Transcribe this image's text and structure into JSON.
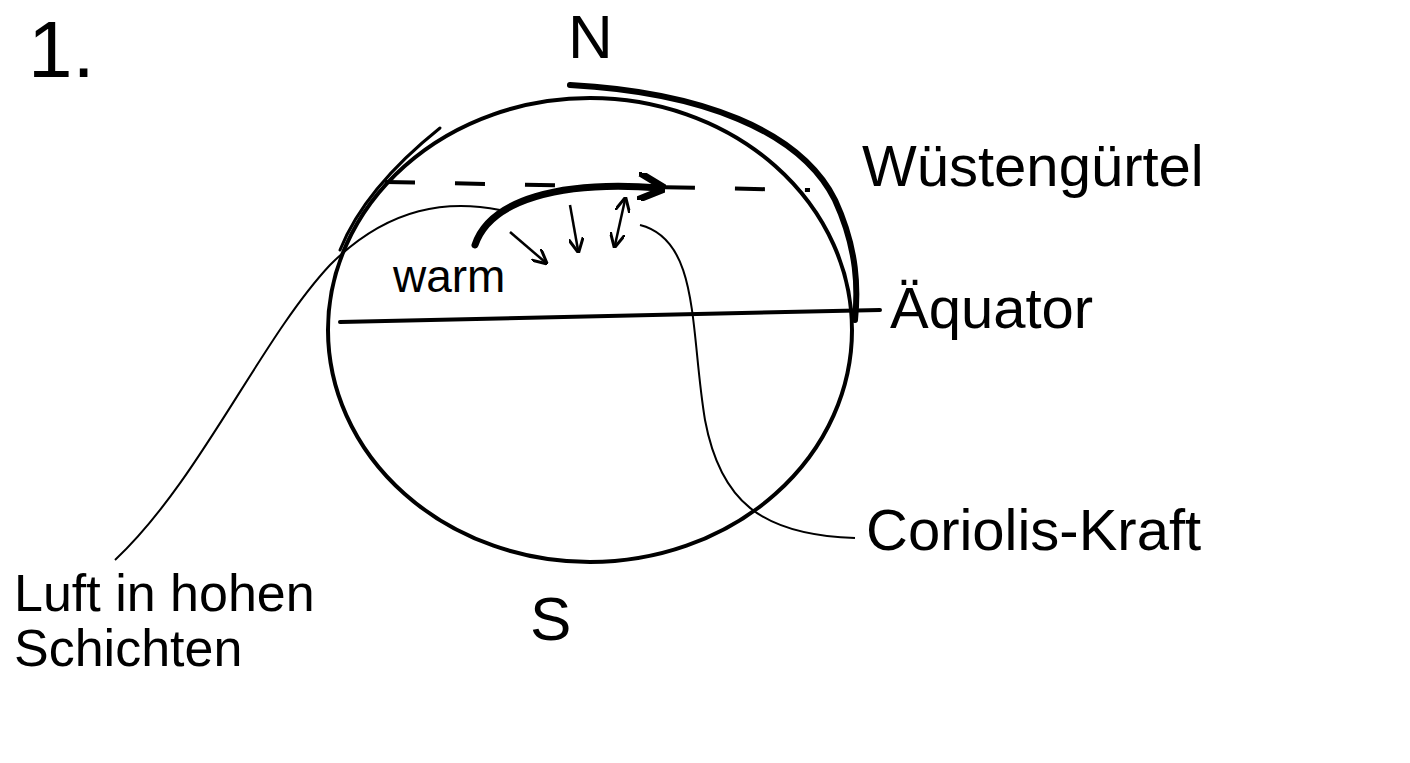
{
  "diagram": {
    "nodes": [
      {
        "text": [
          "warm"
        ]
      }
    ],
    "labels": [
      "1.",
      "N",
      "Wüstengürtel",
      "Äquator",
      "Coriolis-Kraft",
      "Luft in hohen Schichten",
      "S"
    ]
  }
}
